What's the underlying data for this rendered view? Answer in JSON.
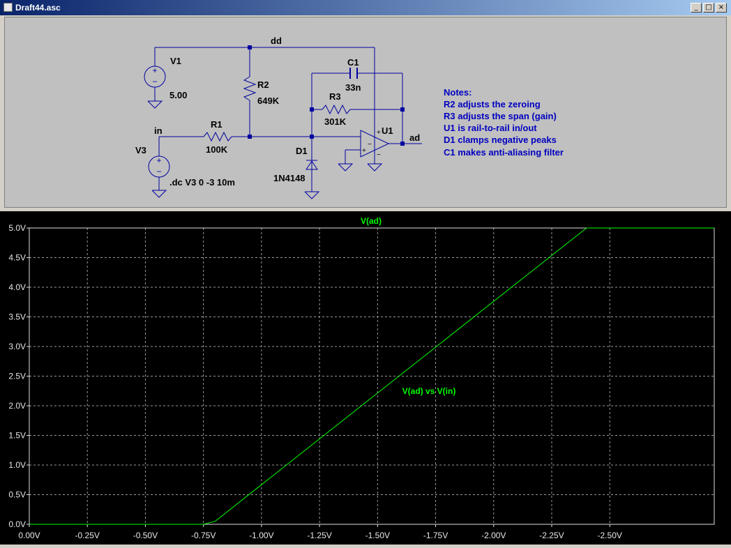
{
  "window": {
    "title": "Draft44.asc"
  },
  "schematic": {
    "labels": {
      "dd": "dd",
      "in": "in",
      "ad": "ad",
      "v1": "V1",
      "v1_value": "5.00",
      "v3": "V3",
      "directive": ".dc V3 0 -3 10m",
      "r1": "R1",
      "r1_value": "100K",
      "r2": "R2",
      "r2_value": "649K",
      "r3": "R3",
      "r3_value": "301K",
      "c1": "C1",
      "c1_value": "33n",
      "d1": "D1",
      "d1_value": "1N4148",
      "u1": "U1"
    },
    "notes": [
      "Notes:",
      "R2 adjusts the zeroing",
      "R3 adjusts the span (gain)",
      "U1 is rail-to-rail in/out",
      "D1 clamps negative peaks",
      "C1 makes anti-aliasing filter"
    ],
    "wire_color": "#0000a0",
    "note_color": "#0000c0"
  },
  "chart_data": {
    "type": "line",
    "title": "V(ad)",
    "annotation": "V(ad) vs V(in)",
    "x_ticks": [
      "0.00V",
      "-0.25V",
      "-0.50V",
      "-0.75V",
      "-1.00V",
      "-1.25V",
      "-1.50V",
      "-1.75V",
      "-2.00V",
      "-2.25V",
      "-2.50V"
    ],
    "y_ticks": [
      "0.0V",
      "0.5V",
      "1.0V",
      "1.5V",
      "2.0V",
      "2.5V",
      "3.0V",
      "3.5V",
      "4.0V",
      "4.5V",
      "5.0V"
    ],
    "xlim": [
      0,
      -2.95
    ],
    "ylim": [
      0,
      5
    ],
    "grid": true,
    "series": [
      {
        "name": "V(ad)",
        "color": "#00ff00",
        "x": [
          0,
          -0.75,
          -0.8,
          -2.4,
          -2.95
        ],
        "y": [
          0,
          0,
          0.05,
          5,
          5
        ]
      }
    ]
  }
}
